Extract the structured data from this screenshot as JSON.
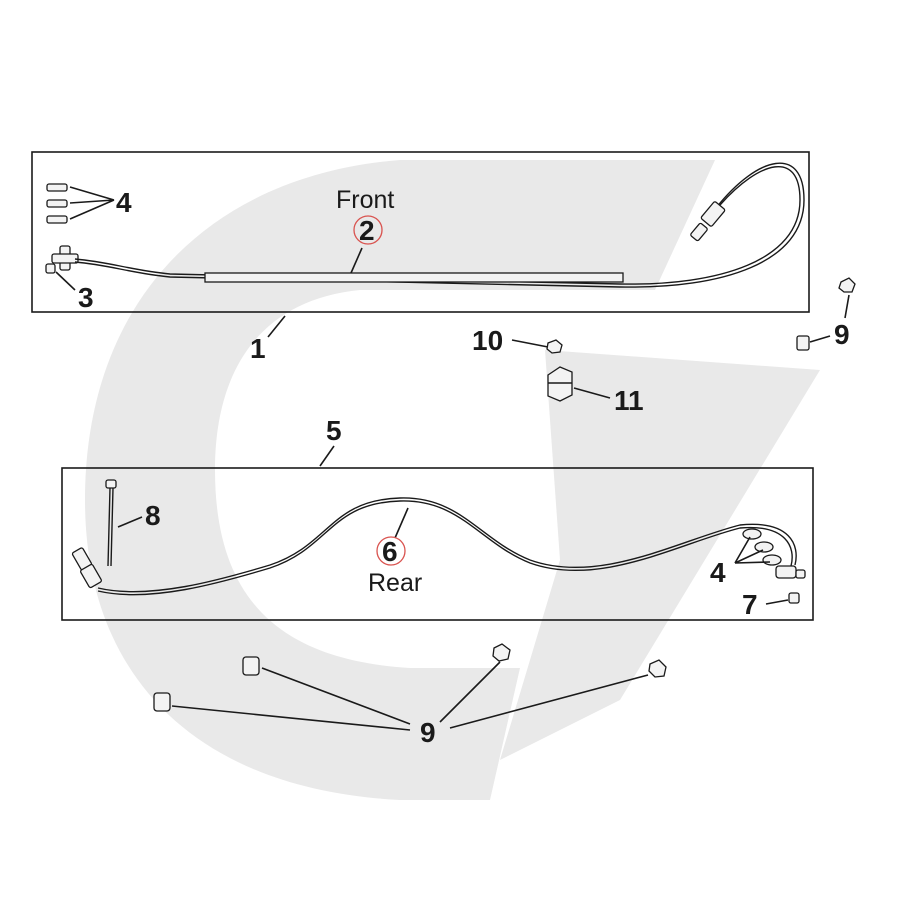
{
  "diagram": {
    "front_label": "Front",
    "rear_label": "Rear",
    "callouts": {
      "c1": "1",
      "c2": "2",
      "c3": "3",
      "c4_front": "4",
      "c4_rear": "4",
      "c5": "5",
      "c6": "6",
      "c7": "7",
      "c8": "8",
      "c9_top": "9",
      "c9_bottom": "9",
      "c10": "10",
      "c11": "11"
    },
    "highlight_color": "#d9534f",
    "watermark_color": "#e9e9e9",
    "icons": {
      "watermark": "logo-watermark-icon",
      "fittings": "fitting-icon",
      "nut": "nut-icon",
      "clip": "clip-icon"
    }
  }
}
